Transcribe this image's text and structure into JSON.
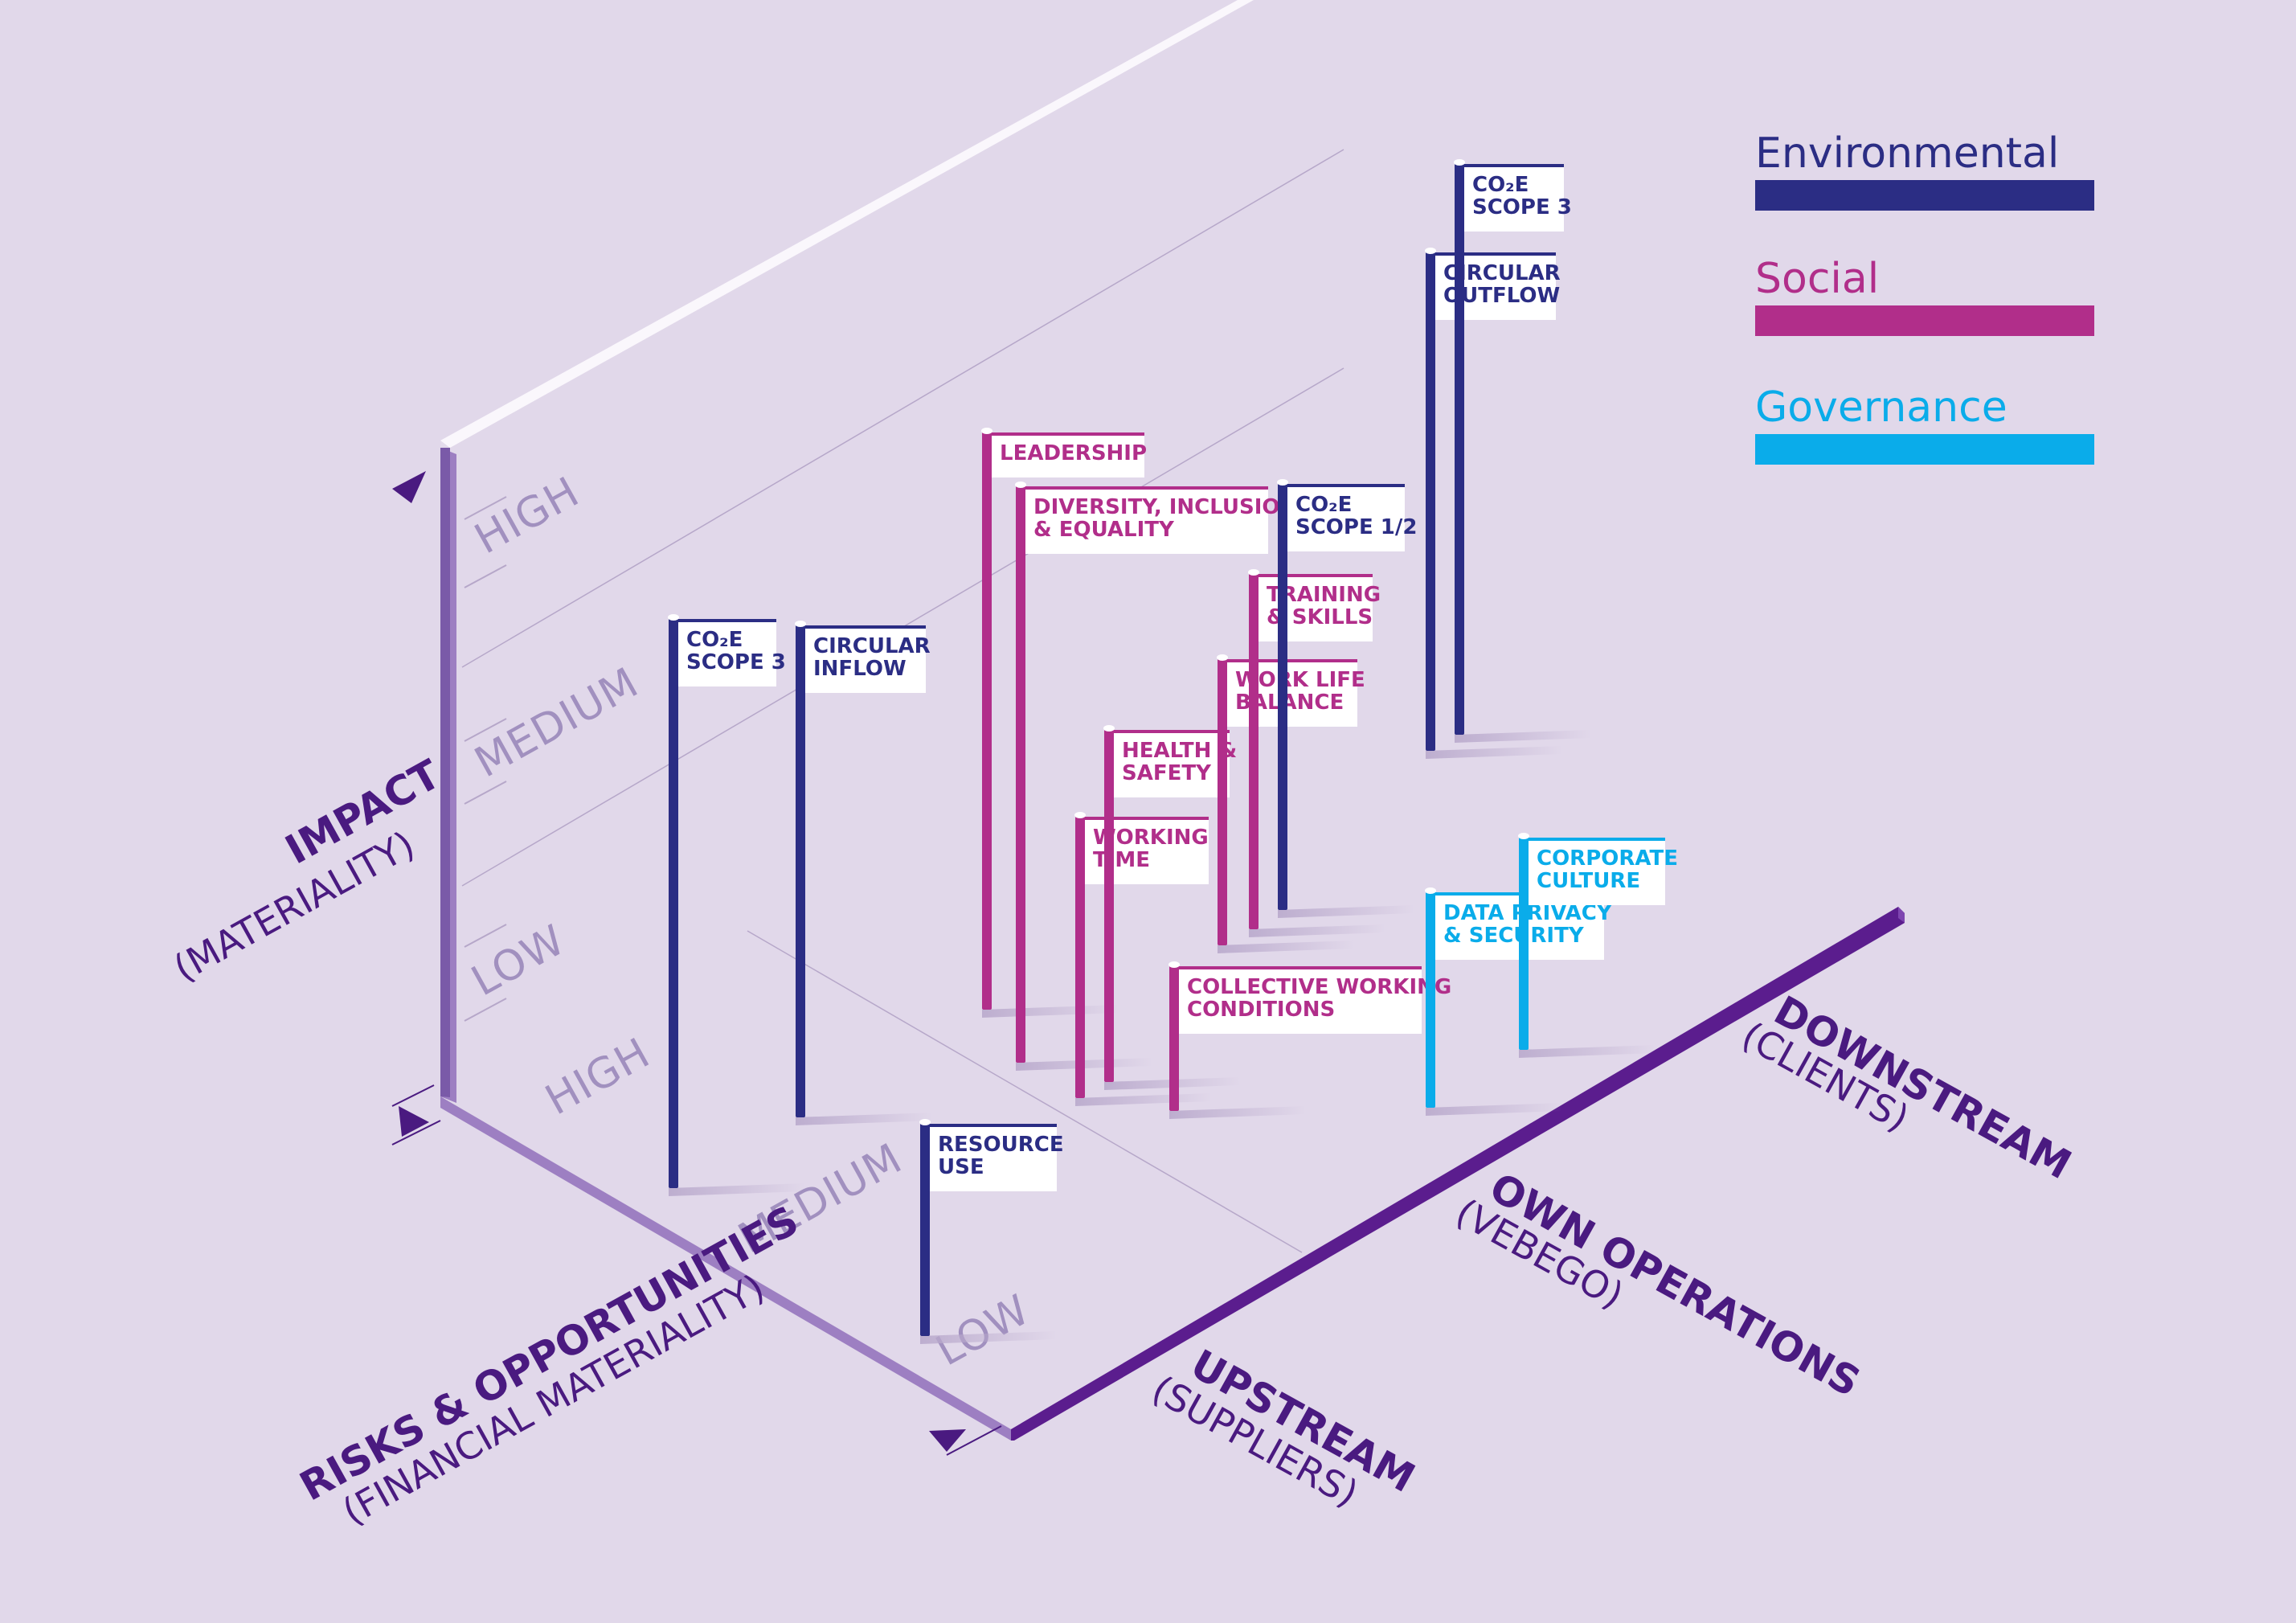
{
  "legend": [
    {
      "key": "env",
      "label": "Environmental",
      "color": "#2b2d84"
    },
    {
      "key": "soc",
      "label": "Social",
      "color": "#b12e8a"
    },
    {
      "key": "gov",
      "label": "Governance",
      "color": "#0aacea"
    }
  ],
  "axes": {
    "impact": {
      "title": "IMPACT",
      "subtitle": "(MATERIALITY)",
      "levels": [
        "HIGH",
        "MEDIUM",
        "LOW"
      ]
    },
    "risks": {
      "title": "RISKS & OPPORTUNITIES",
      "subtitle": "(FINANCIAL MATERIALITY)",
      "levels": [
        "HIGH",
        "MEDIUM",
        "LOW"
      ]
    },
    "value_chain": [
      {
        "title": "UPSTREAM",
        "subtitle": "(SUPPLIERS)"
      },
      {
        "title": "OWN OPERATIONS",
        "subtitle": "(VEBEGO)"
      },
      {
        "title": "DOWNSTREAM",
        "subtitle": "(CLIENTS)"
      }
    ]
  },
  "topics": [
    {
      "lines": [
        "CO₂E",
        "SCOPE 3"
      ],
      "category": "env",
      "value_chain": "upstream"
    },
    {
      "lines": [
        "CIRCULAR",
        "INFLOW"
      ],
      "category": "env",
      "value_chain": "upstream"
    },
    {
      "lines": [
        "RESOURCE",
        "USE"
      ],
      "category": "env",
      "value_chain": "upstream"
    },
    {
      "lines": [
        "LEADERSHIP"
      ],
      "category": "soc",
      "value_chain": "own operations"
    },
    {
      "lines": [
        "DIVERSITY, INCLUSION",
        "& EQUALITY"
      ],
      "category": "soc",
      "value_chain": "own operations"
    },
    {
      "lines": [
        "WORKING",
        "TIME"
      ],
      "category": "soc",
      "value_chain": "own operations"
    },
    {
      "lines": [
        "HEALTH &",
        "SAFETY"
      ],
      "category": "soc",
      "value_chain": "own operations"
    },
    {
      "lines": [
        "COLLECTIVE WORKING",
        "CONDITIONS"
      ],
      "category": "soc",
      "value_chain": "own operations"
    },
    {
      "lines": [
        "WORK LIFE",
        "BALANCE"
      ],
      "category": "soc",
      "value_chain": "own operations"
    },
    {
      "lines": [
        "TRAINING",
        "& SKILLS"
      ],
      "category": "soc",
      "value_chain": "own operations"
    },
    {
      "lines": [
        "CO₂E",
        "SCOPE 1/2"
      ],
      "category": "env",
      "value_chain": "own operations"
    },
    {
      "lines": [
        "DATA PRIVACY",
        "& SECURITY"
      ],
      "category": "gov",
      "value_chain": "downstream"
    },
    {
      "lines": [
        "CORPORATE",
        "CULTURE"
      ],
      "category": "gov",
      "value_chain": "downstream"
    },
    {
      "lines": [
        "CIRCULAR",
        "OUTFLOW"
      ],
      "category": "env",
      "value_chain": "downstream"
    },
    {
      "lines": [
        "CO₂E",
        "SCOPE 3"
      ],
      "category": "env",
      "value_chain": "downstream"
    }
  ]
}
